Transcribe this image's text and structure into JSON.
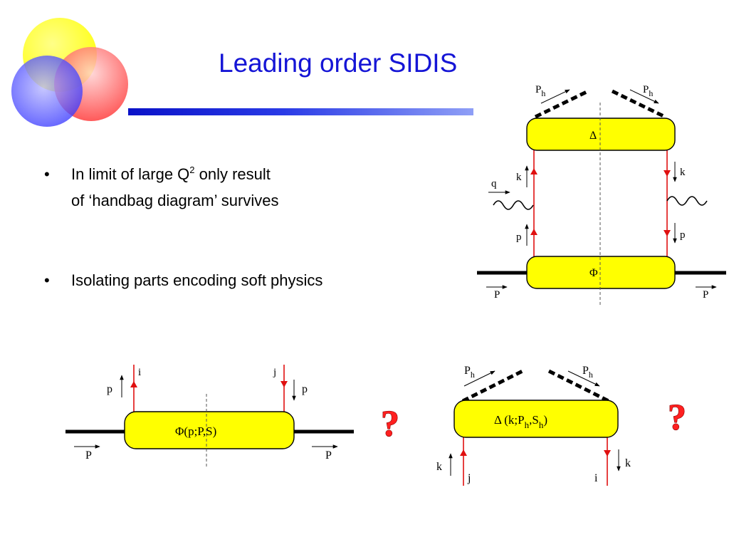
{
  "slide": {
    "title": "Leading order SIDIS",
    "bullets": [
      {
        "line1_pre": "In limit of large Q",
        "line1_sup": "2",
        "line1_post": " only result",
        "line2": "of ‘handbag diagram’ survives"
      },
      {
        "line1": "Isolating parts encoding soft physics"
      }
    ]
  },
  "handbag_diagram": {
    "top_blob": "Δ",
    "bottom_blob": "Φ",
    "labels": {
      "ph_left": "P",
      "ph_left_sub": "h",
      "ph_right": "P",
      "ph_right_sub": "h",
      "q": "q",
      "k_left": "k",
      "k_right": "k",
      "p_left": "p",
      "p_right": "p",
      "P_left": "P",
      "P_right": "P"
    }
  },
  "phi_correlator": {
    "blob": "Φ(p;P,S)",
    "labels": {
      "i": "i",
      "j": "j",
      "p_left": "p",
      "p_right": "p",
      "P_left": "P",
      "P_right": "P"
    }
  },
  "delta_correlator": {
    "blob_pre": "Δ (k;P",
    "blob_sub1": "h",
    "blob_mid": ",S",
    "blob_sub2": "h",
    "blob_post": ")",
    "labels": {
      "ph_left": "P",
      "ph_left_sub": "h",
      "ph_right": "P",
      "ph_right_sub": "h",
      "k_left": "k",
      "k_right": "k",
      "j": "j",
      "i": "i"
    }
  },
  "question_marks": [
    "?",
    "?"
  ],
  "colors": {
    "title": "#1515d6",
    "blob_fill": "#ffff00",
    "quark_line": "#e01010",
    "question_mark": "#ff2020",
    "logo_yellow": "#ffff33",
    "logo_red": "#ff3333",
    "logo_blue": "#3333ff"
  }
}
